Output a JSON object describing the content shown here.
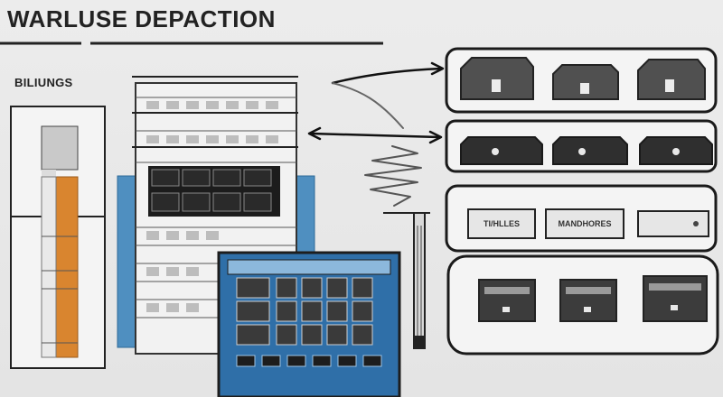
{
  "header": {
    "title": "WARLUSE DEPACTION"
  },
  "left_panel": {
    "label": "BILIUNGS"
  },
  "shelves": {
    "row3": {
      "label_left": "TI/HLLES",
      "label_right": "MANDHORES"
    }
  },
  "colors": {
    "accent_blue": "#4f8fc0",
    "accent_orange": "#d9852f",
    "dark": "#2b2b2b",
    "outline": "#1f1f1f"
  }
}
